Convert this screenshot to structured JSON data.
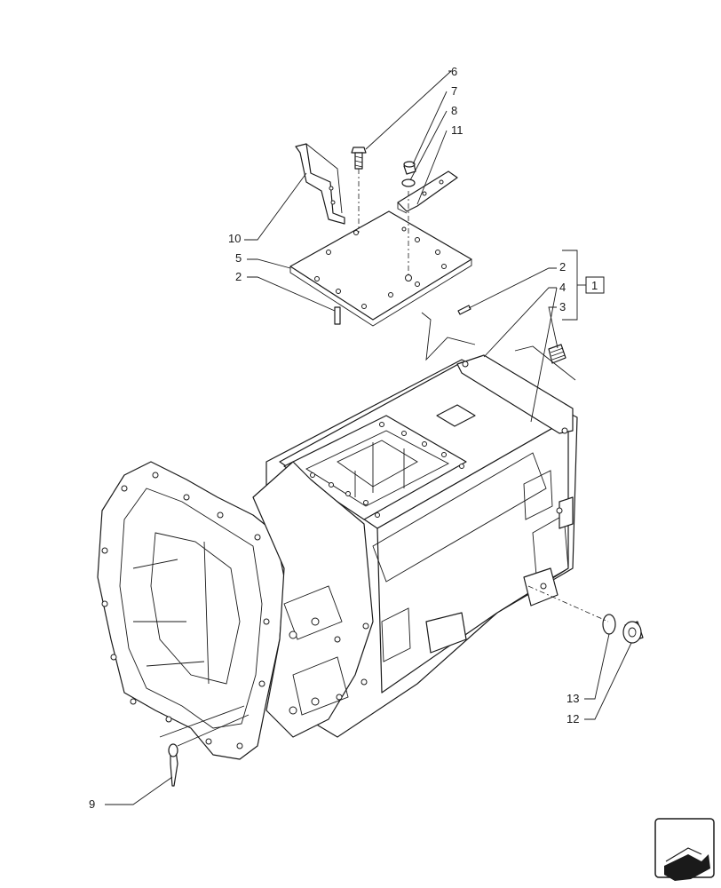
{
  "callouts": [
    {
      "id": "6",
      "text": "6"
    },
    {
      "id": "7",
      "text": "7"
    },
    {
      "id": "8",
      "text": "8"
    },
    {
      "id": "11",
      "text": "11"
    },
    {
      "id": "10",
      "text": "10"
    },
    {
      "id": "5",
      "text": "5"
    },
    {
      "id": "2a",
      "text": "2"
    },
    {
      "id": "2b",
      "text": "2"
    },
    {
      "id": "4",
      "text": "4"
    },
    {
      "id": "3",
      "text": "3"
    },
    {
      "id": "13",
      "text": "13"
    },
    {
      "id": "12",
      "text": "12"
    },
    {
      "id": "9",
      "text": "9"
    }
  ],
  "kit_box": {
    "text": "1"
  },
  "nav_icon": "arrow-navigation-icon"
}
